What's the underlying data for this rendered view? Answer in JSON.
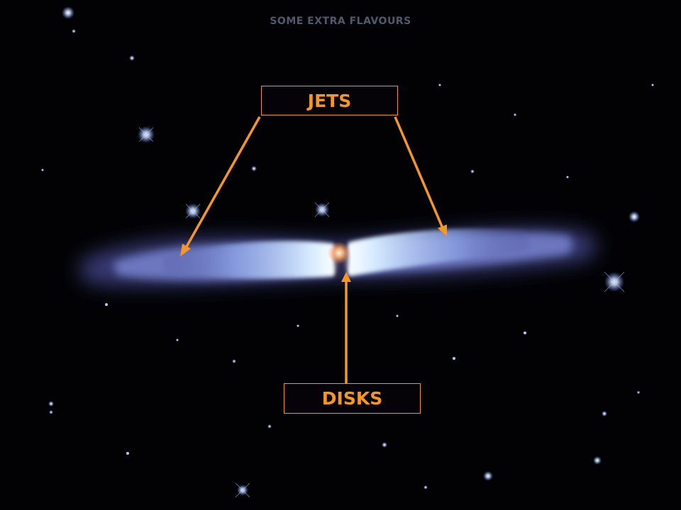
{
  "slide": {
    "caption": "SOME EXTRA FLAVOURS",
    "labels": {
      "jets": "JETS",
      "disks": "DISKS"
    }
  },
  "colors": {
    "background": "#020205",
    "caption_text": "#4f5a6e",
    "annotation": "#f5962a",
    "nebula_core": "#ffffff",
    "nebula_lobe": "#a9c8ff",
    "nebula_halo": "#5a5fa8",
    "central_star": "#ffb070"
  },
  "photo": {
    "subject_icon": "bipolar-nebula-icon"
  }
}
